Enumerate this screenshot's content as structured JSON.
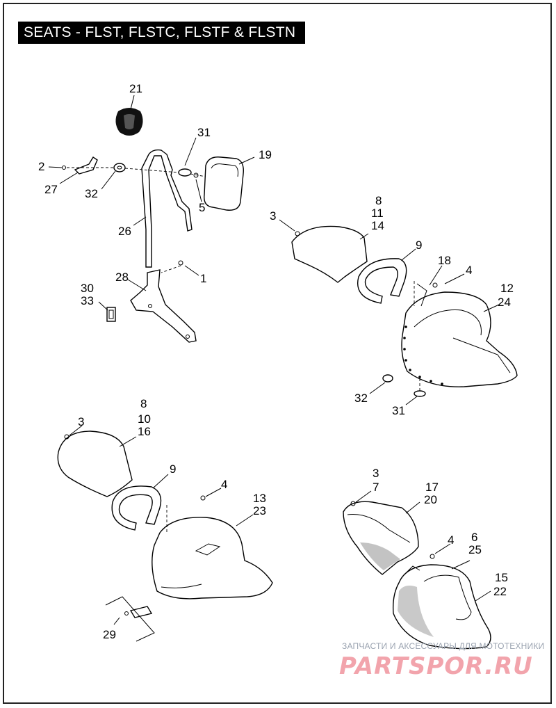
{
  "title": "SEATS - FLST, FLSTC, FLSTF & FLSTN",
  "callouts": {
    "c21": "21",
    "c31a": "31",
    "c19": "19",
    "c2": "2",
    "c27": "27",
    "c32a": "32",
    "c5": "5",
    "c26": "26",
    "c1": "1",
    "c28": "28",
    "c30": "30",
    "c33": "33",
    "c3a": "3",
    "c8a": "8",
    "c11": "11",
    "c14": "14",
    "c9a": "9",
    "c18": "18",
    "c4a": "4",
    "c12": "12",
    "c24": "24",
    "c32b": "32",
    "c31b": "31",
    "c3b": "3",
    "c8b": "8",
    "c10": "10",
    "c16": "16",
    "c9b": "9",
    "c4b": "4",
    "c13": "13",
    "c23": "23",
    "c29": "29",
    "c3c": "3",
    "c7": "7",
    "c17": "17",
    "c20": "20",
    "c4c": "4",
    "c6": "6",
    "c25": "25",
    "c15": "15",
    "c22": "22"
  },
  "watermark": {
    "caption": "ЗАПЧАСТИ И АКСЕССУАРЫ ДЛЯ МОТОТЕХНИКИ",
    "logo": "PARTSPOR.RU",
    "colors": {
      "caption": "#9aa3b0",
      "logo": "#e85a6a"
    }
  }
}
